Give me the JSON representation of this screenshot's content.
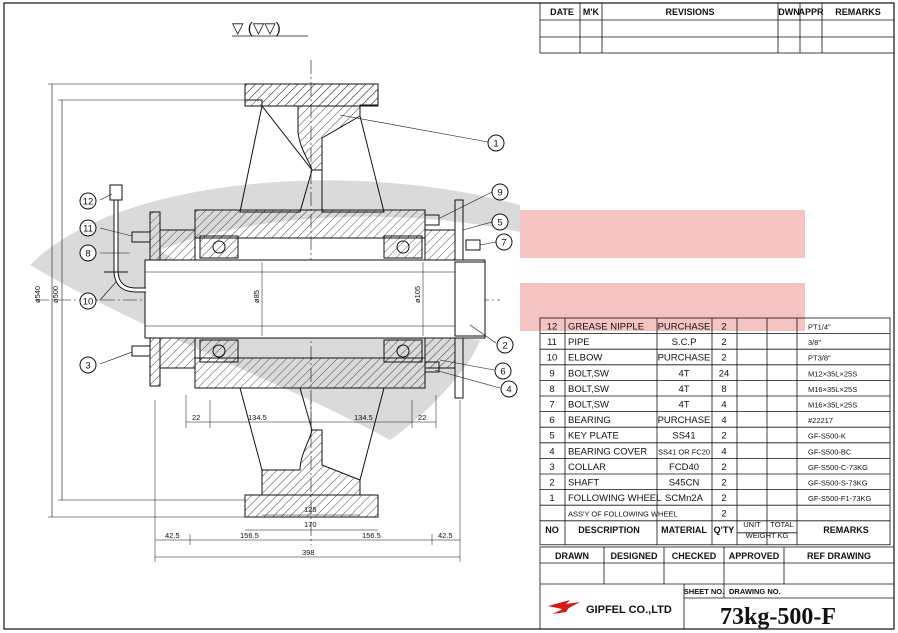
{
  "surface_symbol": "▽ (▽▽)",
  "revisions": {
    "headers": [
      "DATE",
      "M'K",
      "REVISIONS",
      "DWN",
      "APPR",
      "REMARKS"
    ]
  },
  "bom": {
    "rows": [
      {
        "no": "12",
        "desc": "GREASE NIPPLE",
        "mat": "PURCHASE",
        "qty": "2",
        "rem": "PT1/4\""
      },
      {
        "no": "11",
        "desc": "PIPE",
        "mat": "S.C.P",
        "qty": "2",
        "rem": "3/8\""
      },
      {
        "no": "10",
        "desc": "ELBOW",
        "mat": "PURCHASE",
        "qty": "2",
        "rem": "PT3/8\""
      },
      {
        "no": "9",
        "desc": "BOLT,SW",
        "mat": "4T",
        "qty": "24",
        "rem": "M12×35L×25S"
      },
      {
        "no": "8",
        "desc": "BOLT,SW",
        "mat": "4T",
        "qty": "8",
        "rem": "M16×35L×25S"
      },
      {
        "no": "7",
        "desc": "BOLT,SW",
        "mat": "4T",
        "qty": "4",
        "rem": "M16×35L×25S"
      },
      {
        "no": "6",
        "desc": "BEARING",
        "mat": "PURCHASE",
        "qty": "4",
        "rem": "#22217"
      },
      {
        "no": "5",
        "desc": "KEY PLATE",
        "mat": "SS41",
        "qty": "2",
        "rem": "GF-S500-K"
      },
      {
        "no": "4",
        "desc": "BEARING COVER",
        "mat": "SS41 OR FC20",
        "qty": "4",
        "rem": "GF-S500-BC"
      },
      {
        "no": "3",
        "desc": "COLLAR",
        "mat": "FCD40",
        "qty": "2",
        "rem": "GF-S500-C-73KG"
      },
      {
        "no": "2",
        "desc": "SHAFT",
        "mat": "S45CN",
        "qty": "2",
        "rem": "GF-S500-S-73KG"
      },
      {
        "no": "1",
        "desc": "FOLLOWING WHEEL",
        "mat": "SCMn2A",
        "qty": "2",
        "rem": "GF-S500-F1-73KG"
      },
      {
        "no": "",
        "desc": "ASS'Y OF FOLLOWING WHEEL",
        "mat": "",
        "qty": "2",
        "rem": ""
      }
    ],
    "header": {
      "no": "NO",
      "desc": "DESCRIPTION",
      "mat": "MATERIAL",
      "qty": "Q'TY",
      "unit": "UNIT",
      "total": "TOTAL",
      "weight": "WEIGHT KG",
      "rem": "REMARKS"
    }
  },
  "title_block": {
    "drawn": "DRAWN",
    "designed": "DESIGNED",
    "checked": "CHECKED",
    "approved": "APPROVED",
    "ref": "REF DRAWING",
    "sheet_no": "SHEET NO.",
    "drawing_no_label": "DRAWING NO.",
    "company": "GIPFEL CO.,LTD",
    "drawing_no": "73kg-500-F"
  },
  "dimensions": {
    "d540": "ø540",
    "d500": "ø500",
    "d85": "ø85",
    "d105": "ø105",
    "d22a": "22",
    "d1345a": "134.5",
    "d1345b": "134.5",
    "d22b": "22",
    "d125": "125",
    "d170": "170",
    "d425a": "42.5",
    "d1565a": "156.5",
    "d1565b": "156.5",
    "d425b": "42.5",
    "d398": "398"
  },
  "balloons": {
    "b1": "1",
    "b2": "2",
    "b3": "3",
    "b4": "4",
    "b5": "5",
    "b6": "6",
    "b7": "7",
    "b8": "8",
    "b9": "9",
    "b10": "10",
    "b11": "11",
    "b12": "12"
  },
  "colors": {
    "watermark_grey": "#d4d4d4",
    "watermark_red": "#f5bcbc",
    "line": "#111111"
  }
}
